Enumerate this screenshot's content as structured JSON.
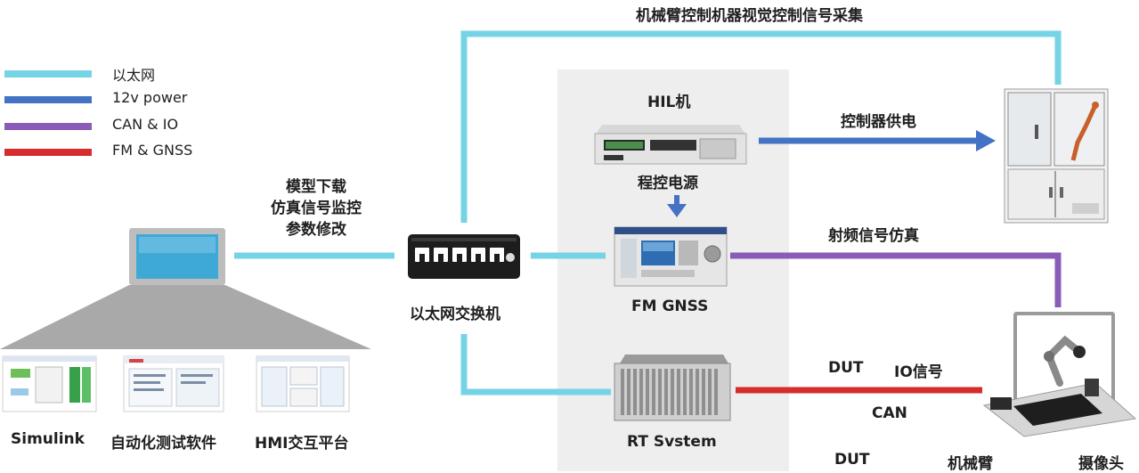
{
  "legend": [
    {
      "label": "以太网",
      "color": "#75d3e6"
    },
    {
      "label": "12v power",
      "color": "#4472c4"
    },
    {
      "label": "CAN & IO",
      "color": "#8b5bb8"
    },
    {
      "label": "FM & GNSS",
      "color": "#d62c2c"
    }
  ],
  "labels": {
    "top_signal": "机械臂控制机器视觉控制信号采集",
    "hil": "HIL机",
    "power_supply": "程控电源",
    "controller_power": "控制器供电",
    "rf_sim": "射频信号仿真",
    "fm_gnss": "FM GNSS",
    "rt_system": "RT Svstem",
    "switch": "以太网交换机",
    "pc_line1": "模型下载",
    "pc_line2": "仿真信号监控",
    "pc_line3": "参数修改",
    "sw1": "Simulink",
    "sw2": "自动化测试软件",
    "sw3": "HMI交互平台",
    "dut_can": "DUT",
    "io_signal": "IO信号",
    "can": "CAN",
    "dut": "DUT",
    "arm": "机械臂",
    "camera": "摄像头"
  }
}
